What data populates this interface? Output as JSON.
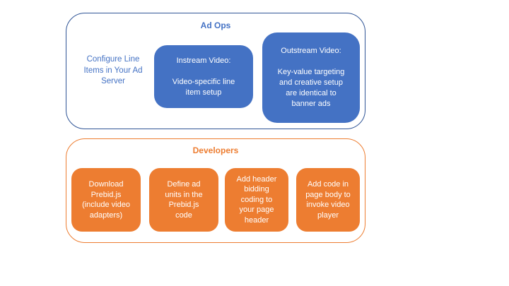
{
  "colors": {
    "blue_fill": "#4472C4",
    "blue_border": "#2F5496",
    "blue_text": "#4472C4",
    "orange": "#ED7D31",
    "box_text": "#FFFFFF",
    "background": "#FFFFFF"
  },
  "ad_ops": {
    "title": "Ad Ops",
    "side_note": "Configure Line\nItems in Your Ad\nServer",
    "boxes": [
      {
        "name": "instream-video",
        "text": "Instream Video:\n\nVideo-specific line\nitem setup"
      },
      {
        "name": "outstream-video",
        "text": "Outstream Video:\n\nKey-value targeting\nand creative setup\nare identical to\nbanner ads"
      }
    ]
  },
  "developers": {
    "title": "Developers",
    "boxes": [
      {
        "name": "download-prebid",
        "text": "Download\nPrebid.js\n(include video\nadapters)"
      },
      {
        "name": "define-ad-units",
        "text": "Define ad\nunits in the\nPrebid.js\ncode"
      },
      {
        "name": "add-header-bidding-code",
        "text": "Add header\nbidding\ncoding to\nyour page\nheader"
      },
      {
        "name": "add-page-body-code",
        "text": "Add code in\npage body to\ninvoke video\nplayer"
      }
    ]
  }
}
